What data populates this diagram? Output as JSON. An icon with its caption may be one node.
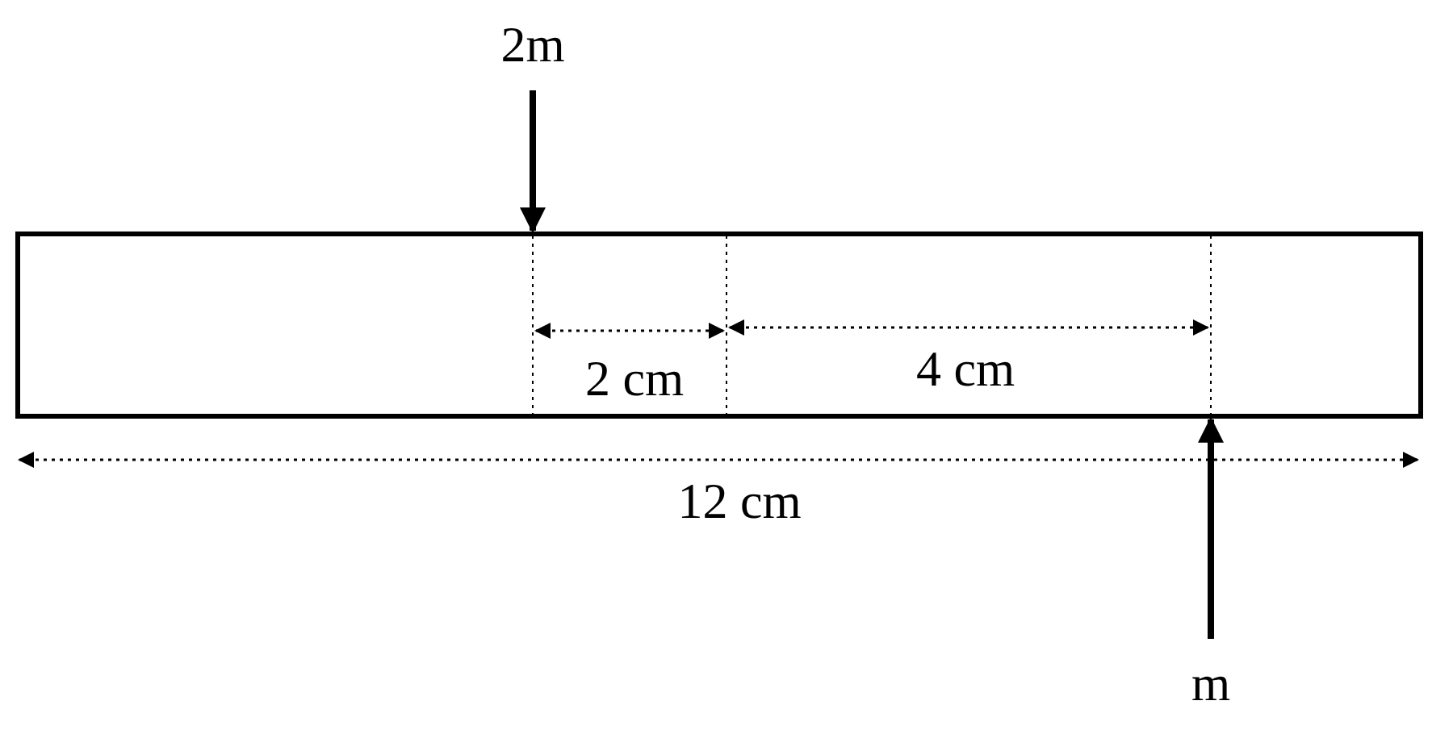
{
  "diagram": {
    "labels": [
      "2m",
      "2 cm",
      "4 cm",
      "12 cm",
      "m"
    ]
  }
}
